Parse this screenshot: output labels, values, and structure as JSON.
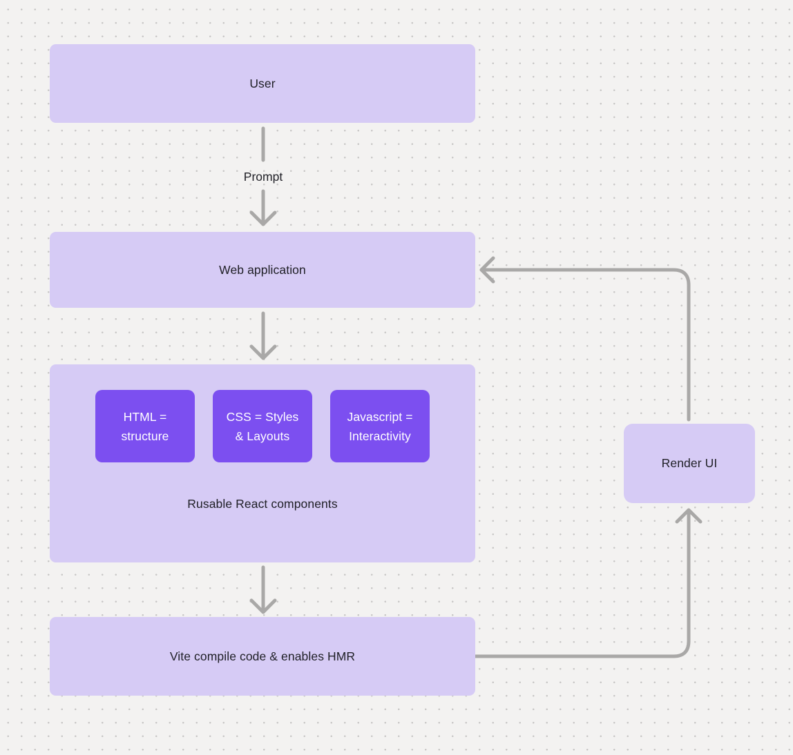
{
  "diagram": {
    "nodes": {
      "user": {
        "label": "User"
      },
      "web_app": {
        "label": "Web application"
      },
      "components": {
        "caption": "Rusable React components",
        "children": [
          {
            "name": "html",
            "lines": [
              "HTML =",
              "structure"
            ]
          },
          {
            "name": "css",
            "lines": [
              "CSS = Styles",
              "& Layouts"
            ]
          },
          {
            "name": "javascript",
            "lines": [
              "Javascript =",
              "Interactivity"
            ]
          }
        ]
      },
      "vite": {
        "label": "Vite compile code & enables HMR"
      },
      "render_ui": {
        "label": "Render UI"
      }
    },
    "edges": [
      {
        "from": "user",
        "to": "web_app",
        "label": "Prompt"
      },
      {
        "from": "web_app",
        "to": "components",
        "label": ""
      },
      {
        "from": "components",
        "to": "vite",
        "label": ""
      },
      {
        "from": "vite",
        "to": "render_ui",
        "label": ""
      },
      {
        "from": "render_ui",
        "to": "web_app",
        "label": ""
      }
    ],
    "colors": {
      "background": "#f3f2f1",
      "grid_dot": "#c8c7c6",
      "node_fill_light": "#d6cbf5",
      "node_fill_dark": "#7c4ff0",
      "arrow": "#a9a8a7",
      "text_dark": "#202027",
      "text_light": "#ffffff"
    }
  }
}
